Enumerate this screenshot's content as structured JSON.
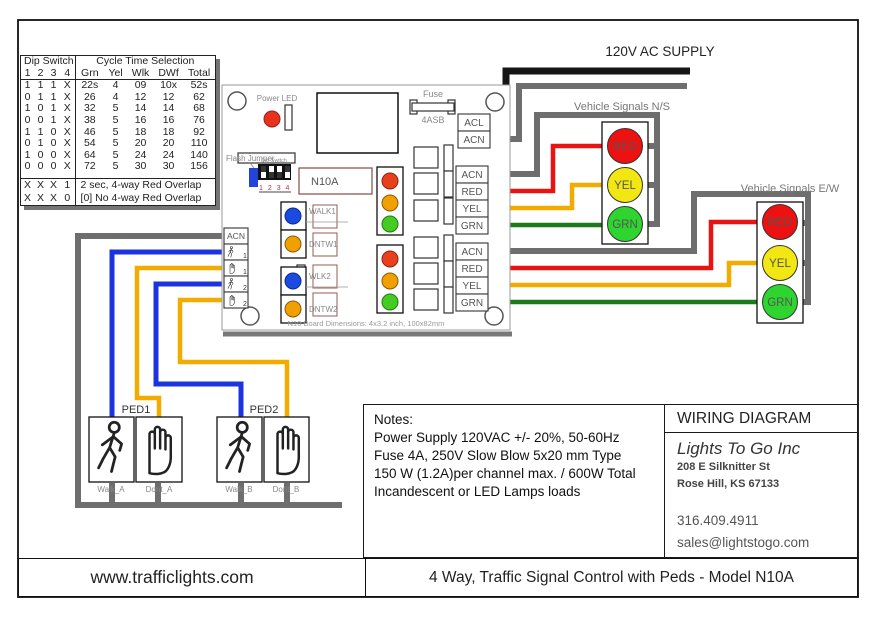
{
  "frame": {
    "supply_label": "120V AC SUPPLY"
  },
  "dip_table": {
    "group_headers": {
      "left": "Dip Switch",
      "right": "Cycle Time  Selection"
    },
    "switch_cols": [
      "1",
      "2",
      "3",
      "4"
    ],
    "time_cols": [
      "Grn",
      "Yel",
      "Wlk",
      "DWf",
      "Total"
    ],
    "rows": [
      {
        "sw": [
          "1",
          "1",
          "1",
          "X"
        ],
        "vals": [
          "22s",
          "4",
          "09",
          "10x",
          "52s"
        ]
      },
      {
        "sw": [
          "0",
          "1",
          "1",
          "X"
        ],
        "vals": [
          "26",
          "4",
          "12",
          "12",
          "62"
        ]
      },
      {
        "sw": [
          "1",
          "0",
          "1",
          "X"
        ],
        "vals": [
          "32",
          "5",
          "14",
          "14",
          "68"
        ]
      },
      {
        "sw": [
          "0",
          "0",
          "1",
          "X"
        ],
        "vals": [
          "38",
          "5",
          "16",
          "16",
          "76"
        ]
      },
      {
        "sw": [
          "1",
          "1",
          "0",
          "X"
        ],
        "vals": [
          "46",
          "5",
          "18",
          "18",
          "92"
        ]
      },
      {
        "sw": [
          "0",
          "1",
          "0",
          "X"
        ],
        "vals": [
          "54",
          "5",
          "20",
          "20",
          "110"
        ]
      },
      {
        "sw": [
          "1",
          "0",
          "0",
          "X"
        ],
        "vals": [
          "64",
          "5",
          "24",
          "24",
          "140"
        ]
      },
      {
        "sw": [
          "0",
          "0",
          "0",
          "X"
        ],
        "vals": [
          "72",
          "5",
          "30",
          "30",
          "156"
        ]
      }
    ],
    "overlap_rows": [
      {
        "sw": [
          "X",
          "X",
          "X",
          "1"
        ],
        "text": "2 sec, 4-way Red Overlap"
      },
      {
        "sw": [
          "X",
          "X",
          "X",
          "0"
        ],
        "text": "[0] No 4-way Red Overlap"
      }
    ]
  },
  "board": {
    "model": "N10A",
    "power_led_label": "Power LED",
    "fuse": {
      "label": "Fuse",
      "rating": "4ASB"
    },
    "flash_jumper_label": "Flash Jumper",
    "dip_block": {
      "label": "Dip Switch",
      "numbers": "1 2 3 4"
    },
    "dimensions_note": "N10 Board Dimensions:  4x3.2 inch,  100x82mm",
    "led_labels": {
      "walk1": "WALK1",
      "dntw1": "DNTW1",
      "wlk2": "WLK2",
      "dntw2": "DNTW2"
    },
    "terminals": {
      "supply": [
        "ACL",
        "ACN"
      ],
      "ns": [
        "ACN",
        "RED",
        "YEL",
        "GRN"
      ],
      "ew": [
        "ACN",
        "RED",
        "YEL",
        "GRN"
      ],
      "ped_common": "ACN",
      "ped_nums": [
        "1",
        "1",
        "2",
        "2"
      ]
    }
  },
  "signals": {
    "ns": {
      "label": "Vehicle Signals N/S",
      "lamps": [
        "RED",
        "YEL",
        "GRN"
      ]
    },
    "ew": {
      "label": "Vehicle Signals E/W",
      "lamps": [
        "RED",
        "YEL",
        "GRN"
      ]
    }
  },
  "peds": {
    "ped1": {
      "label": "PED1",
      "walk": "Walk_A",
      "dont": "Dont_A"
    },
    "ped2": {
      "label": "PED2",
      "walk": "Walk_B",
      "dont": "Dont_B"
    }
  },
  "notes": {
    "heading": "Notes:",
    "lines": [
      "Power Supply 120VAC +/- 20%, 50-60Hz",
      "Fuse 4A, 250V Slow Blow 5x20 mm Type",
      "150 W (1.2A)per channel max. / 600W Total",
      "Incandescent or LED Lamps loads"
    ]
  },
  "title_block": {
    "title": "WIRING DIAGRAM",
    "company": "Lights To Go Inc",
    "address1": "208 E Silknitter St",
    "address2": "Rose Hill, KS 67133",
    "phone": "316.409.4911",
    "email": "sales@lightstogo.com"
  },
  "footer": {
    "website": "www.trafficlights.com",
    "product_title": "4 Way, Traffic Signal Control with Peds  -  Model N10A"
  },
  "colors": {
    "wire_black": "#151515",
    "wire_gray": "#6e6e6e",
    "wire_red": "#e81313",
    "wire_yellow": "#f2ac00",
    "wire_green": "#1c7a1c",
    "wire_blue": "#1b34e0",
    "lamp_red": "#ee1111",
    "lamp_yellow": "#f2e713",
    "lamp_green": "#2ed52e",
    "led_orange": "#f0a000",
    "led_blue": "#1b4ae0",
    "jumper_blue": "#2244dd",
    "board_chip_outline": "#8a4a42"
  }
}
